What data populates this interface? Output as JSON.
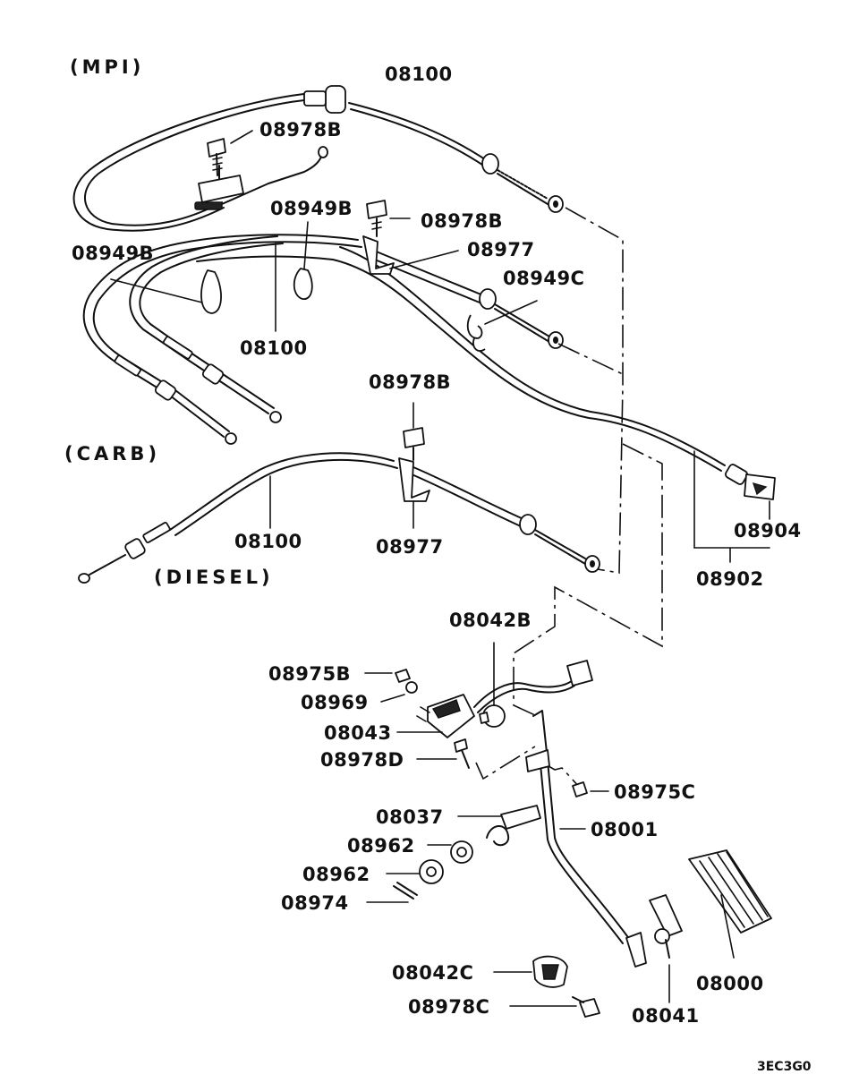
{
  "sections": {
    "mpi": "(MPI)",
    "carb": "(CARB)",
    "diesel": "(DIESEL)"
  },
  "labels": {
    "mpi_cable": "08100",
    "mpi_bolt": "08978B",
    "carb_band_top": "08949B",
    "carb_bolt": "08978B",
    "carb_bracket": "08977",
    "carb_band_left": "08949B",
    "carb_clamp": "08949C",
    "carb_cable": "08100",
    "diesel_bolt": "08978B",
    "diesel_cable": "08100",
    "diesel_bracket": "08977",
    "knob": "08904",
    "knob_cable": "08902",
    "switch_cap": "08042B",
    "nut_b": "08975B",
    "grommet": "08969",
    "switch": "08043",
    "bolt_d": "08978D",
    "nut_c": "08975C",
    "spring": "08037",
    "pedal_arm": "08001",
    "bushing_1": "08962",
    "bushing_2": "08962",
    "pin": "08974",
    "stopper": "08042C",
    "bolt_c": "08978C",
    "pedal_pad": "08000",
    "pad_bracket": "08041"
  },
  "diagram_code": "3EC3G0"
}
